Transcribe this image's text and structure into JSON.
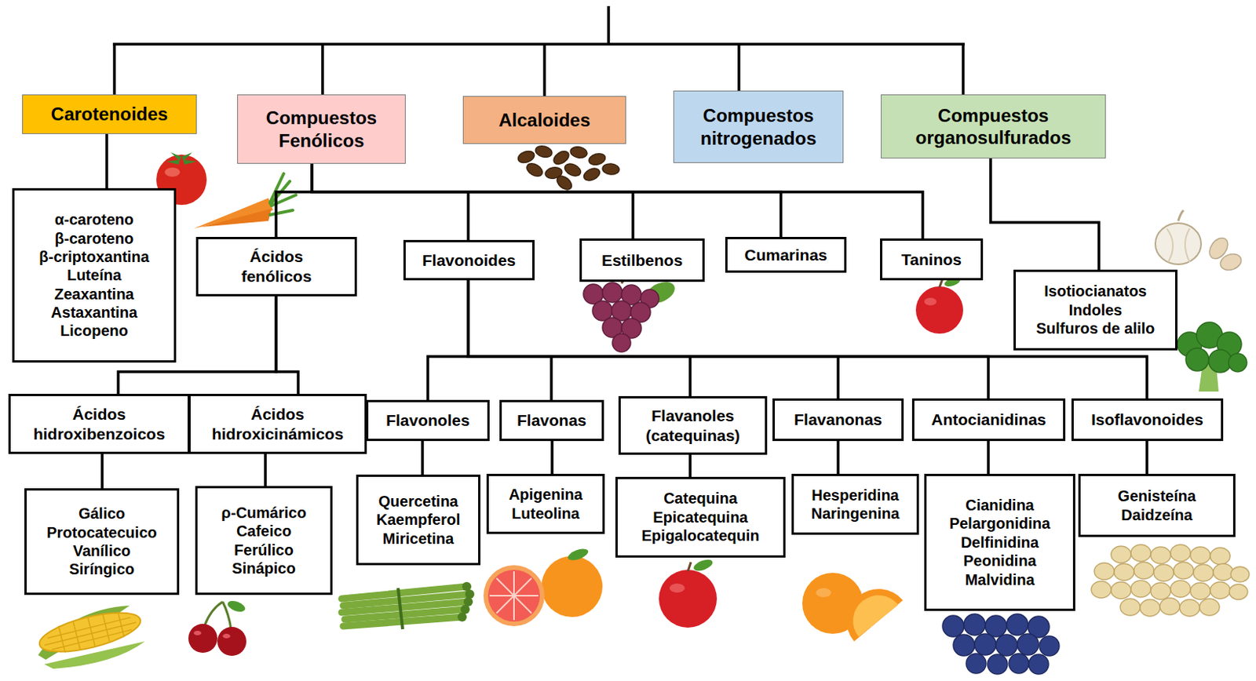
{
  "diagram": {
    "nodes": [
      {
        "text": [
          "Carotenoides"
        ]
      },
      {
        "text": [
          "Compuestos Fenólicos"
        ]
      },
      {
        "text": [
          "Alcaloides"
        ]
      },
      {
        "text": [
          "Compuestos nitrogenados"
        ]
      },
      {
        "text": [
          "Compuestos organosulfurados"
        ]
      },
      {
        "text": [
          "α-caroteno",
          "β-caroteno",
          "β-criptoxantina",
          "Luteína",
          "Zeaxantina",
          "Astaxantina",
          "Licopeno"
        ]
      },
      {
        "text": [
          "Ácidos fenólicos"
        ]
      },
      {
        "text": [
          "Flavonoides"
        ]
      },
      {
        "text": [
          "Estilbenos"
        ]
      },
      {
        "text": [
          "Cumarinas"
        ]
      },
      {
        "text": [
          "Taninos"
        ]
      },
      {
        "text": [
          "Isotiocianatos",
          "Indoles",
          "Sulfuros de alilo"
        ]
      },
      {
        "text": [
          "Ácidos hidroxibenzoicos"
        ]
      },
      {
        "text": [
          "Ácidos hidroxicinámicos"
        ]
      },
      {
        "text": [
          "Flavonoles"
        ]
      },
      {
        "text": [
          "Flavonas"
        ]
      },
      {
        "text": [
          "Flavanoles (catequinas)"
        ]
      },
      {
        "text": [
          "Flavanonas"
        ]
      },
      {
        "text": [
          "Antocianidinas"
        ]
      },
      {
        "text": [
          "Isoflavonoides"
        ]
      },
      {
        "text": [
          "Gálico",
          "Protocatecuico",
          "Vanílico",
          "Siríngico"
        ]
      },
      {
        "text": [
          "ρ-Cumárico",
          "Cafeico",
          "Ferúlico",
          "Sinápico"
        ]
      },
      {
        "text": [
          "Quercetina",
          "Kaempferol",
          "Miricetina"
        ]
      },
      {
        "text": [
          "Apigenina",
          "Luteolina"
        ]
      },
      {
        "text": [
          "Catequina",
          "Epicatequina",
          "Epigalocatequin"
        ]
      },
      {
        "text": [
          "Hesperidina",
          "Naringenina"
        ]
      },
      {
        "text": [
          "Cianidina",
          "Pelargonidina",
          "Delfinidina",
          "Peonidina",
          "Malvidina"
        ]
      },
      {
        "text": [
          "Genisteína",
          "Daidzeína"
        ]
      }
    ],
    "edges": [
      {
        "from": 0,
        "to": 5,
        "arrow": "none"
      },
      {
        "from": 1,
        "to": 6,
        "arrow": "none"
      },
      {
        "from": 1,
        "to": 7,
        "arrow": "none"
      },
      {
        "from": 1,
        "to": 8,
        "arrow": "none"
      },
      {
        "from": 1,
        "to": 9,
        "arrow": "none"
      },
      {
        "from": 1,
        "to": 10,
        "arrow": "none"
      },
      {
        "from": 4,
        "to": 11,
        "arrow": "none"
      },
      {
        "from": 6,
        "to": 12,
        "arrow": "none"
      },
      {
        "from": 6,
        "to": 13,
        "arrow": "none"
      },
      {
        "from": 7,
        "to": 14,
        "arrow": "none"
      },
      {
        "from": 7,
        "to": 15,
        "arrow": "none"
      },
      {
        "from": 7,
        "to": 16,
        "arrow": "none"
      },
      {
        "from": 7,
        "to": 17,
        "arrow": "none"
      },
      {
        "from": 7,
        "to": 18,
        "arrow": "none"
      },
      {
        "from": 7,
        "to": 19,
        "arrow": "none"
      },
      {
        "from": 12,
        "to": 20,
        "arrow": "none"
      },
      {
        "from": 13,
        "to": 21,
        "arrow": "none"
      },
      {
        "from": 14,
        "to": 22,
        "arrow": "none"
      },
      {
        "from": 15,
        "to": 23,
        "arrow": "none"
      },
      {
        "from": 16,
        "to": 24,
        "arrow": "none"
      },
      {
        "from": 17,
        "to": 25,
        "arrow": "none"
      },
      {
        "from": 18,
        "to": 26,
        "arrow": "none"
      },
      {
        "from": 19,
        "to": 27,
        "arrow": "none"
      }
    ]
  }
}
